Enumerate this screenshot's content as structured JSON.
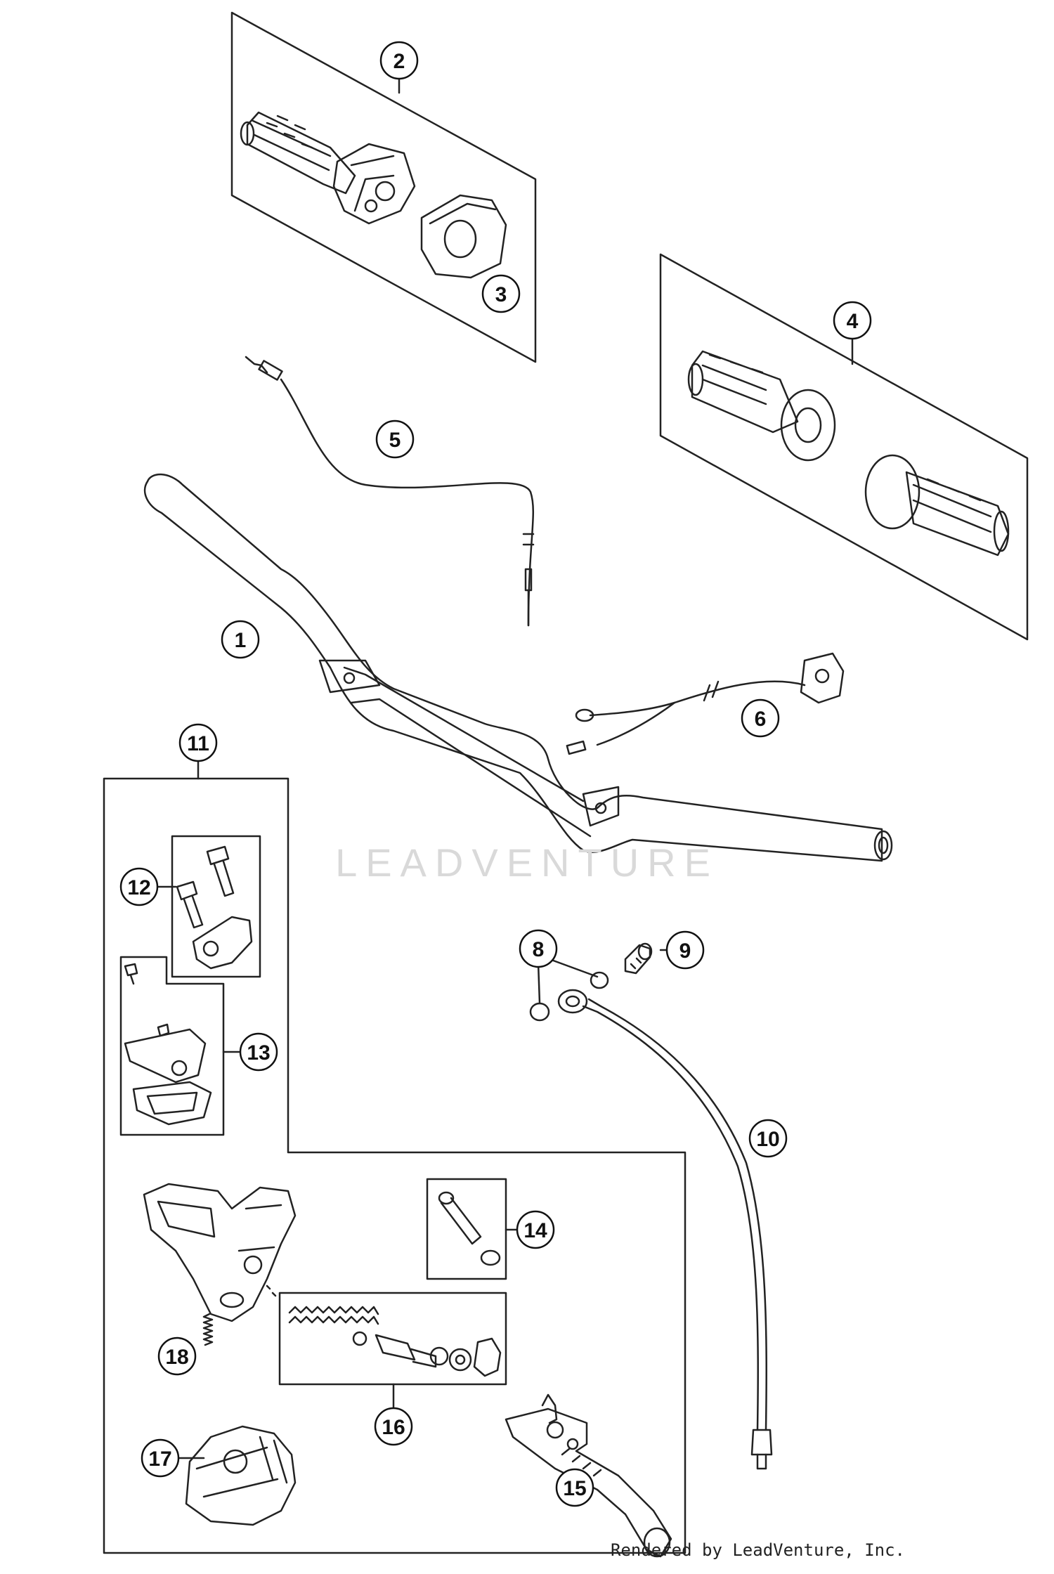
{
  "callouts": {
    "c1": "1",
    "c2": "2",
    "c3": "3",
    "c4": "4",
    "c5": "5",
    "c6": "6",
    "c8": "8",
    "c9": "9",
    "c10": "10",
    "c11": "11",
    "c12": "12",
    "c13": "13",
    "c14": "14",
    "c15": "15",
    "c16": "16",
    "c17": "17",
    "c18": "18"
  },
  "watermark": "LEADVENTURE",
  "footer": "Rendered by LeadVenture, Inc."
}
